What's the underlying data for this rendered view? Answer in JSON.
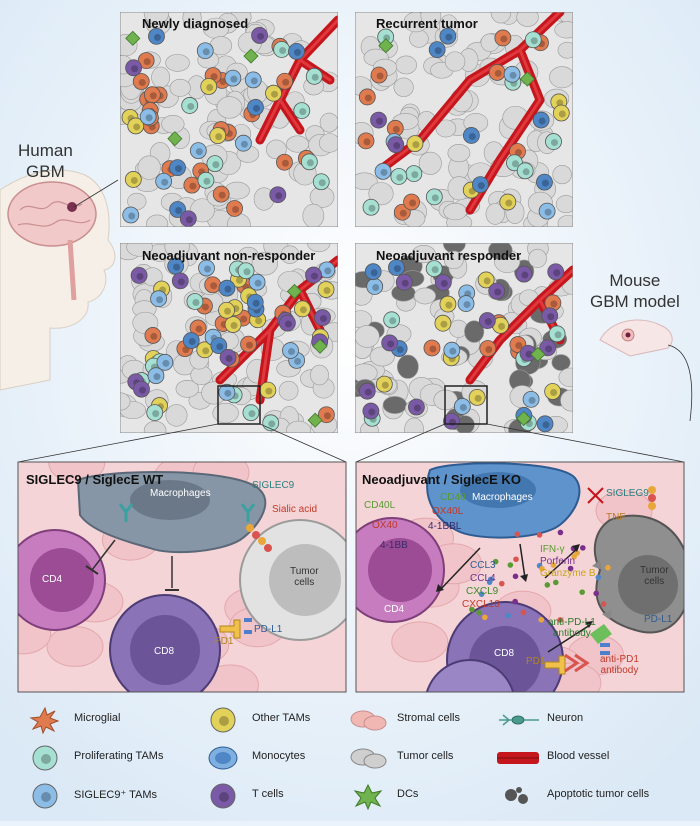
{
  "side_labels": {
    "human": "Human\nGBM",
    "mouse": "Mouse\nGBM model"
  },
  "panels": {
    "newly_diagnosed": "Newly diagnosed",
    "recurrent": "Recurrent tumor",
    "non_responder": "Neoadjuvant non-responder",
    "responder": "Neoadjuvant responder"
  },
  "zoom_left": {
    "title": "SIGLEC9 / SiglecE WT",
    "macrophages": "Macrophages",
    "siglec9": "SIGLEC9",
    "sialic_acid": "Sialic acid",
    "cd4": "CD4",
    "cd8": "CD8",
    "tumor_cells": "Tumor\ncells",
    "pd1": "PD1",
    "pdl1": "PD-L1"
  },
  "zoom_right": {
    "title": "Neoadjuvant / SiglecE KO",
    "macrophages": "Macrophages",
    "siglec9": "SIGLEG9",
    "cd40l": "CD40L",
    "cd40": "CD40",
    "ox40l": "OX40L",
    "ox40": "OX40",
    "bbl": "4-1BBL",
    "bb": "4-1BB",
    "tnf": "TNF",
    "ifn": "IFN-γ",
    "perforin": "Porferin",
    "granzyme": "Granzyme B",
    "ccl3": "CCL3",
    "ccl4": "CCL4",
    "cxcl9": "CXCL9",
    "cxcl10": "CXCL10",
    "cd4": "CD4",
    "cd8": "CD8",
    "tumor_cells": "Tumor\ncells",
    "antipdl1": "anti-PD-L1\nantibody",
    "pdl1": "PD-L1",
    "pd1": "PD1",
    "antipd1": "anti-PD1\nantibody"
  },
  "legend": [
    {
      "key": "microglial",
      "label": "Microglial",
      "icon": "microglia-icon",
      "color": "#e07a4f"
    },
    {
      "key": "other_tams",
      "label": "Other TAMs",
      "icon": "other-tam-icon",
      "color": "#e3d25a"
    },
    {
      "key": "stromal",
      "label": "Stromal cells",
      "icon": "stromal-icon",
      "color": "#f0b7b3"
    },
    {
      "key": "neuron",
      "label": "Neuron",
      "icon": "neuron-icon",
      "color": "#4a9a8f"
    },
    {
      "key": "prolif_tams",
      "label": "Proliferating TAMs",
      "icon": "prolif-tam-icon",
      "color": "#a6e0d2"
    },
    {
      "key": "monocytes",
      "label": "Monocytes",
      "icon": "monocyte-icon",
      "color": "#4f86c6"
    },
    {
      "key": "tumor",
      "label": "Tumor cells",
      "icon": "tumor-cell-icon",
      "color": "#cfcfcf"
    },
    {
      "key": "vessel",
      "label": "Blood vessel",
      "icon": "blood-vessel-icon",
      "color": "#c4161c"
    },
    {
      "key": "siglec9_tams",
      "label": "SIGLEC9⁺ TAMs",
      "icon": "siglec9-tam-icon",
      "color": "#8bbde6"
    },
    {
      "key": "tcells",
      "label": "T cells",
      "icon": "t-cell-icon",
      "color": "#7a5aa6"
    },
    {
      "key": "dcs",
      "label": "DCs",
      "icon": "dc-icon",
      "color": "#6fb24e"
    },
    {
      "key": "apoptotic",
      "label": "Apoptotic tumor cells",
      "icon": "apoptotic-icon",
      "color": "#555555"
    }
  ]
}
